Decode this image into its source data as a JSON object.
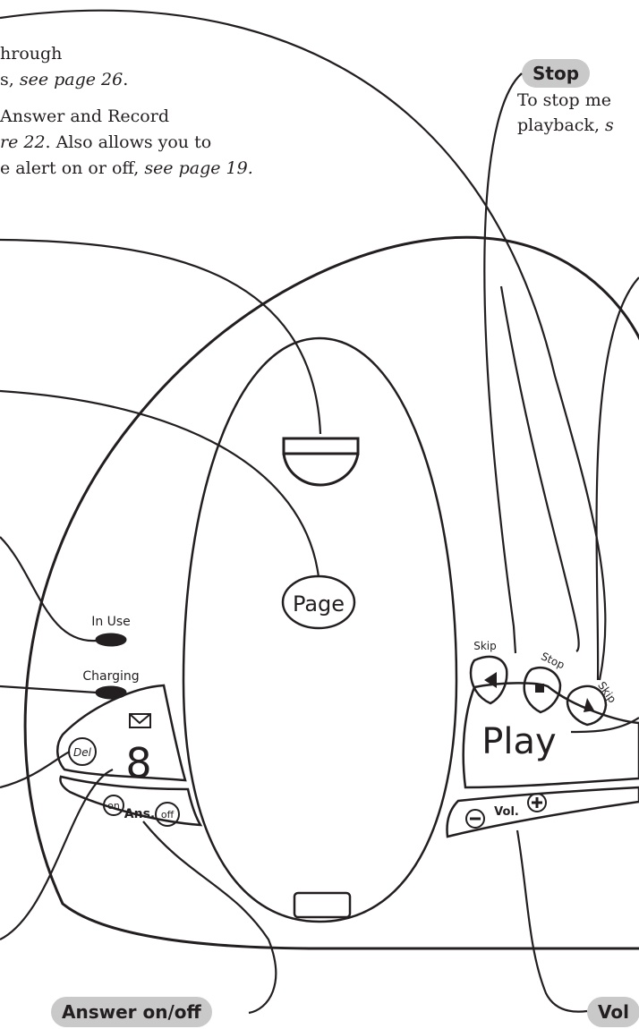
{
  "text_blocks": {
    "top_left_line1": "hrough",
    "top_left_line2_a": "s, ",
    "top_left_line2_ref": "see page 26",
    "top_left_line2_b": ".",
    "top_left_line3": "Answer and Record",
    "top_left_line4_ref": "re 22",
    "top_left_line4_b": ". Also allows you to",
    "top_left_line5_a": "e alert on or off, ",
    "top_left_line5_ref": "see page 19.",
    "stop_desc_line1": "To stop me",
    "stop_desc_line2_a": "playback, ",
    "stop_desc_line2_b": "s"
  },
  "callouts": {
    "stop": "Stop",
    "answer_onoff": "Answer on/off",
    "vol": "Vol"
  },
  "device": {
    "page_button": "Page",
    "in_use": "In Use",
    "charging": "Charging",
    "skip_back": "Skip",
    "stop": "Stop",
    "skip_fwd": "Skip",
    "play_button": "Play",
    "del_button": "Del",
    "counter_digit": "8",
    "ans_on": "on",
    "ans_label": "Ans.",
    "ans_off": "off",
    "vol_label": "Vol."
  }
}
